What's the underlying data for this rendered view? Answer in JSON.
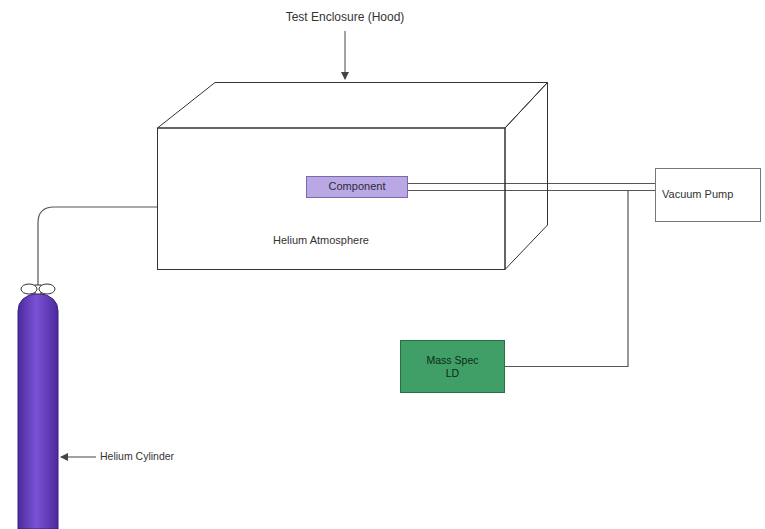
{
  "diagram": {
    "nodes": [
      {
        "text": [
          "Test Enclosure (Hood)",
          "Helium Atmosphere"
        ]
      },
      {
        "text": [
          "Component"
        ],
        "in": 0
      },
      {
        "text": [
          "Vacuum Pump"
        ]
      },
      {
        "text": [
          "Mass Spec LD"
        ]
      },
      {
        "text": [
          "Helium Cylinder"
        ]
      }
    ],
    "edges": [
      {
        "from": 1,
        "to": 2,
        "arrow": "none"
      },
      {
        "from": 3,
        "to": 2,
        "arrow": "none"
      },
      {
        "from": 4,
        "to": 0,
        "arrow": "none"
      }
    ]
  }
}
